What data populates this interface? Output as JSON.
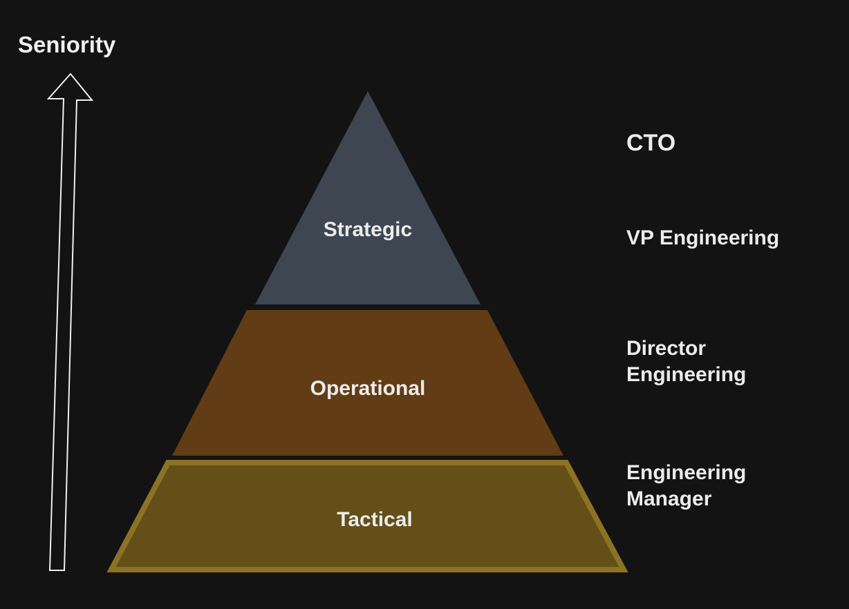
{
  "axis": {
    "label": "Seniority"
  },
  "tiers": [
    {
      "label": "Strategic",
      "fill": "#3d4651"
    },
    {
      "label": "Operational",
      "fill": "#623c14"
    },
    {
      "label": "Tactical",
      "fill": "#634f17",
      "border": "#8c7224"
    }
  ],
  "roles": [
    {
      "lines": [
        "CTO"
      ]
    },
    {
      "lines": [
        "VP Engineering"
      ]
    },
    {
      "lines": [
        "Director",
        "Engineering"
      ]
    },
    {
      "lines": [
        "Engineering",
        "Manager"
      ]
    }
  ],
  "colors": {
    "background": "#131313",
    "text": "#ececec",
    "arrow": "#f0f0f0"
  }
}
